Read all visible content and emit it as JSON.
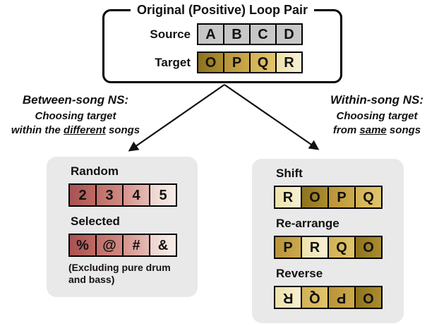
{
  "figure": {
    "top_box": {
      "title": "Original (Positive) Loop Pair",
      "source_label": "Source",
      "target_label": "Target",
      "source_cells": [
        "A",
        "B",
        "C",
        "D"
      ],
      "target_cells": [
        "O",
        "P",
        "Q",
        "R"
      ]
    },
    "left_branch": {
      "heading": "Between-song NS:",
      "line1": "Choosing target",
      "line2_prefix": "within the ",
      "line2_underlined": "different",
      "line2_suffix": " songs"
    },
    "right_branch": {
      "heading": "Within-song NS:",
      "line1": "Choosing target",
      "line2_prefix": "from ",
      "line2_underlined": "same",
      "line2_suffix": " songs"
    },
    "left_panel": {
      "random_label": "Random",
      "random_cells": [
        "2",
        "3",
        "4",
        "5"
      ],
      "selected_label": "Selected",
      "selected_cells": [
        "%",
        "@",
        "#",
        "&"
      ],
      "note_line1": "(Excluding pure drum",
      "note_line2": "and bass)"
    },
    "right_panel": {
      "shift_label": "Shift",
      "shift_cells": [
        "R",
        "O",
        "P",
        "Q"
      ],
      "rearrange_label": "Re-arrange",
      "rearrange_cells": [
        "P",
        "R",
        "Q",
        "O"
      ],
      "reverse_label": "Reverse",
      "reverse_cells": [
        "R",
        "Q",
        "P",
        "O"
      ]
    }
  },
  "palettes": {
    "gray": {
      "A": [
        "#c5c5c5",
        "#c9c9c9"
      ],
      "B": [
        "#c5c5c5",
        "#c9c9c9"
      ],
      "C": [
        "#c5c5c5",
        "#c9c9c9"
      ],
      "D": [
        "#c5c5c5",
        "#c9c9c9"
      ]
    },
    "gold": {
      "O": [
        "#8e721e",
        "#ab8c30"
      ],
      "P": [
        "#b9933a",
        "#cca94c"
      ],
      "Q": [
        "#d2b156",
        "#e0c46c"
      ],
      "R": [
        "#eee2aa",
        "#f7f0d4"
      ]
    },
    "red": {
      "2": [
        "#a85252",
        "#bd6a63"
      ],
      "3": [
        "#c06e68",
        "#cf8a82"
      ],
      "4": [
        "#d5938c",
        "#e6bab4"
      ],
      "5": [
        "#eed3cd",
        "#f8ede9"
      ],
      "%": [
        "#a85252",
        "#bd6a63"
      ],
      "@": [
        "#c06e68",
        "#cf8a82"
      ],
      "#": [
        "#d5938c",
        "#e6bab4"
      ],
      "&": [
        "#eed3cd",
        "#f8ede9"
      ]
    }
  },
  "colors": {
    "panel_bg": "#e9e9e9",
    "arrow": "#111111",
    "border": "#000000",
    "background": "#ffffff"
  }
}
